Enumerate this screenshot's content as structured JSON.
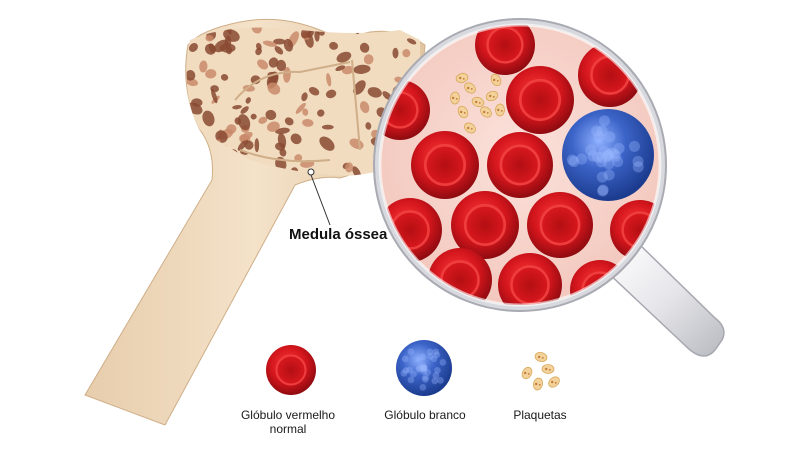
{
  "callout": {
    "label": "Medula óssea"
  },
  "legend": [
    {
      "label": "Glóbulo vermelho normal",
      "line1": "Glóbulo vermelho",
      "line2": "normal",
      "icon": "red-blood-cell-icon"
    },
    {
      "label": "Glóbulo branco",
      "icon": "white-blood-cell-icon"
    },
    {
      "label": "Plaquetas",
      "icon": "platelets-icon"
    }
  ],
  "colors": {
    "bone": "#f1dcc0",
    "bone_shadow": "#d9bb98",
    "marrow_dark": "#7a3a28",
    "red_cell": "#d2151c",
    "red_cell_dark": "#8e0b10",
    "white_cell": "#3c64c8",
    "platelet": "#f2d29a",
    "lens_bg": "#f9d9d2",
    "handle": "#e6e6ea"
  }
}
